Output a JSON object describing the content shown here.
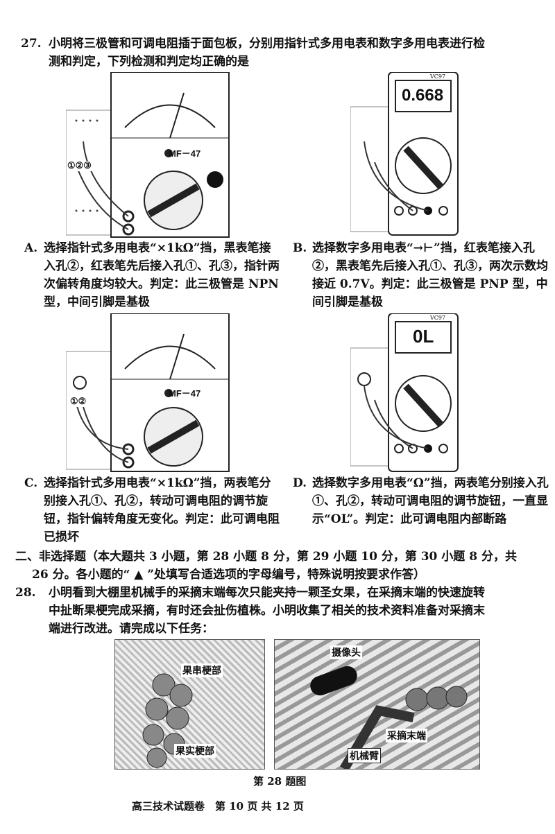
{
  "q27": {
    "number": "27.",
    "line1": "小明将三极管和可调电阻插于面包板，分别用指针式多用电表和数字多用电表进行检",
    "line2": "测和判定，下列检测和判定均正确的是"
  },
  "meters": {
    "analog_model": "MF－47",
    "digital_reading_1": "0.668",
    "digital_reading_2": "0L",
    "pins_a": "①②③",
    "pins_c": "①②",
    "digital_brand": "VC97"
  },
  "options": [
    {
      "label": "A.",
      "text": "选择指针式多用电表“×1kΩ”挡，黑表笔接入孔②，红表笔先后接入孔①、孔③，指针两次偏转角度均较大。判定：此三极管是 NPN 型，中间引脚是基极"
    },
    {
      "label": "B.",
      "text": "选择数字多用电表“→⊢”挡，红表笔接入孔②，黑表笔先后接入孔①、孔③，两次示数均接近 0.7V。判定：此三极管是 PNP 型，中间引脚是基极"
    },
    {
      "label": "C.",
      "text": "选择指针式多用电表“×1kΩ”挡，两表笔分别接入孔①、孔②，转动可调电阻的调节旋钮，指针偏转角度无变化。判定：此可调电阻已损坏"
    },
    {
      "label": "D.",
      "text": "选择数字多用电表“Ω”挡，两表笔分别接入孔①、孔②，转动可调电阻的调节旋钮，一直显示“OL”。判定：此可调电阻内部断路"
    }
  ],
  "section2": {
    "line1": "二、非选择题（本大题共 3 小题，第 28 小题 8 分，第 29 小题 10 分，第 30 小题 8 分，共",
    "line2": "26 分。各小题的“ ▲ ”处填写合适选项的字母编号，特殊说明按要求作答）"
  },
  "q28": {
    "number": "28.",
    "line1": "小明看到大棚里机械手的采摘末端每次只能夹持一颗圣女果，在采摘末端的快速旋转",
    "line2": "中扯断果梗完成采摘，有时还会扯伤植株。小明收集了相关的技术资料准备对采摘末",
    "line3": "端进行改进。请完成以下任务："
  },
  "photo_labels": {
    "cluster_stem": "果串梗部",
    "fruit_stem": "果实梗部",
    "camera": "摄像头",
    "end_effector": "采摘末端",
    "arm": "机械臂"
  },
  "figure_caption": "第 28 题图",
  "footer": "高三技术试题卷　第 10 页 共 12 页"
}
